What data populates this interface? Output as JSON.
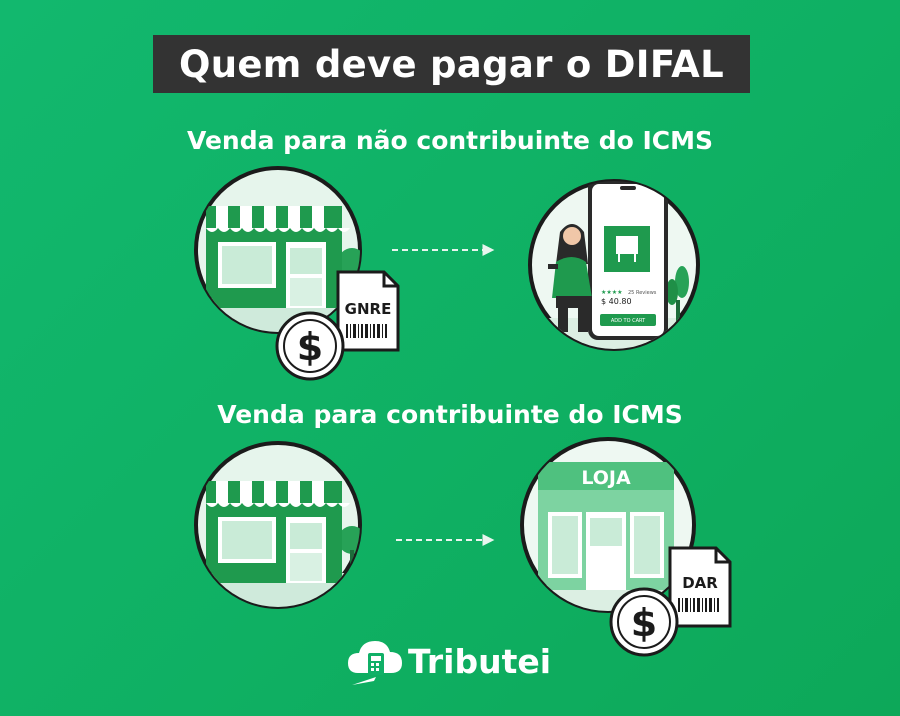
{
  "title": "Quem deve pagar o DIFAL",
  "sections": [
    {
      "heading": "Venda para não contribuinte do ICMS",
      "document_label": "GNRE",
      "phone": {
        "reviews": "25 Reviews",
        "price": "$ 40.80",
        "cart_button": "ADD TO CART"
      }
    },
    {
      "heading": "Venda para contribuinte do ICMS",
      "store_sign": "LOJA",
      "document_label": "DAR"
    }
  ],
  "brand": "Tributei",
  "colors": {
    "background": "#10b067",
    "title_bg": "#333333",
    "store_green": "#1e9b4d",
    "circle_bg": "#e6f5ec"
  },
  "icons": [
    "storefront-icon",
    "gnre-document-icon",
    "dollar-coin-icon",
    "arrow-icon",
    "phone-shopper-icon",
    "dar-document-icon",
    "cloud-calculator-logo-icon"
  ]
}
